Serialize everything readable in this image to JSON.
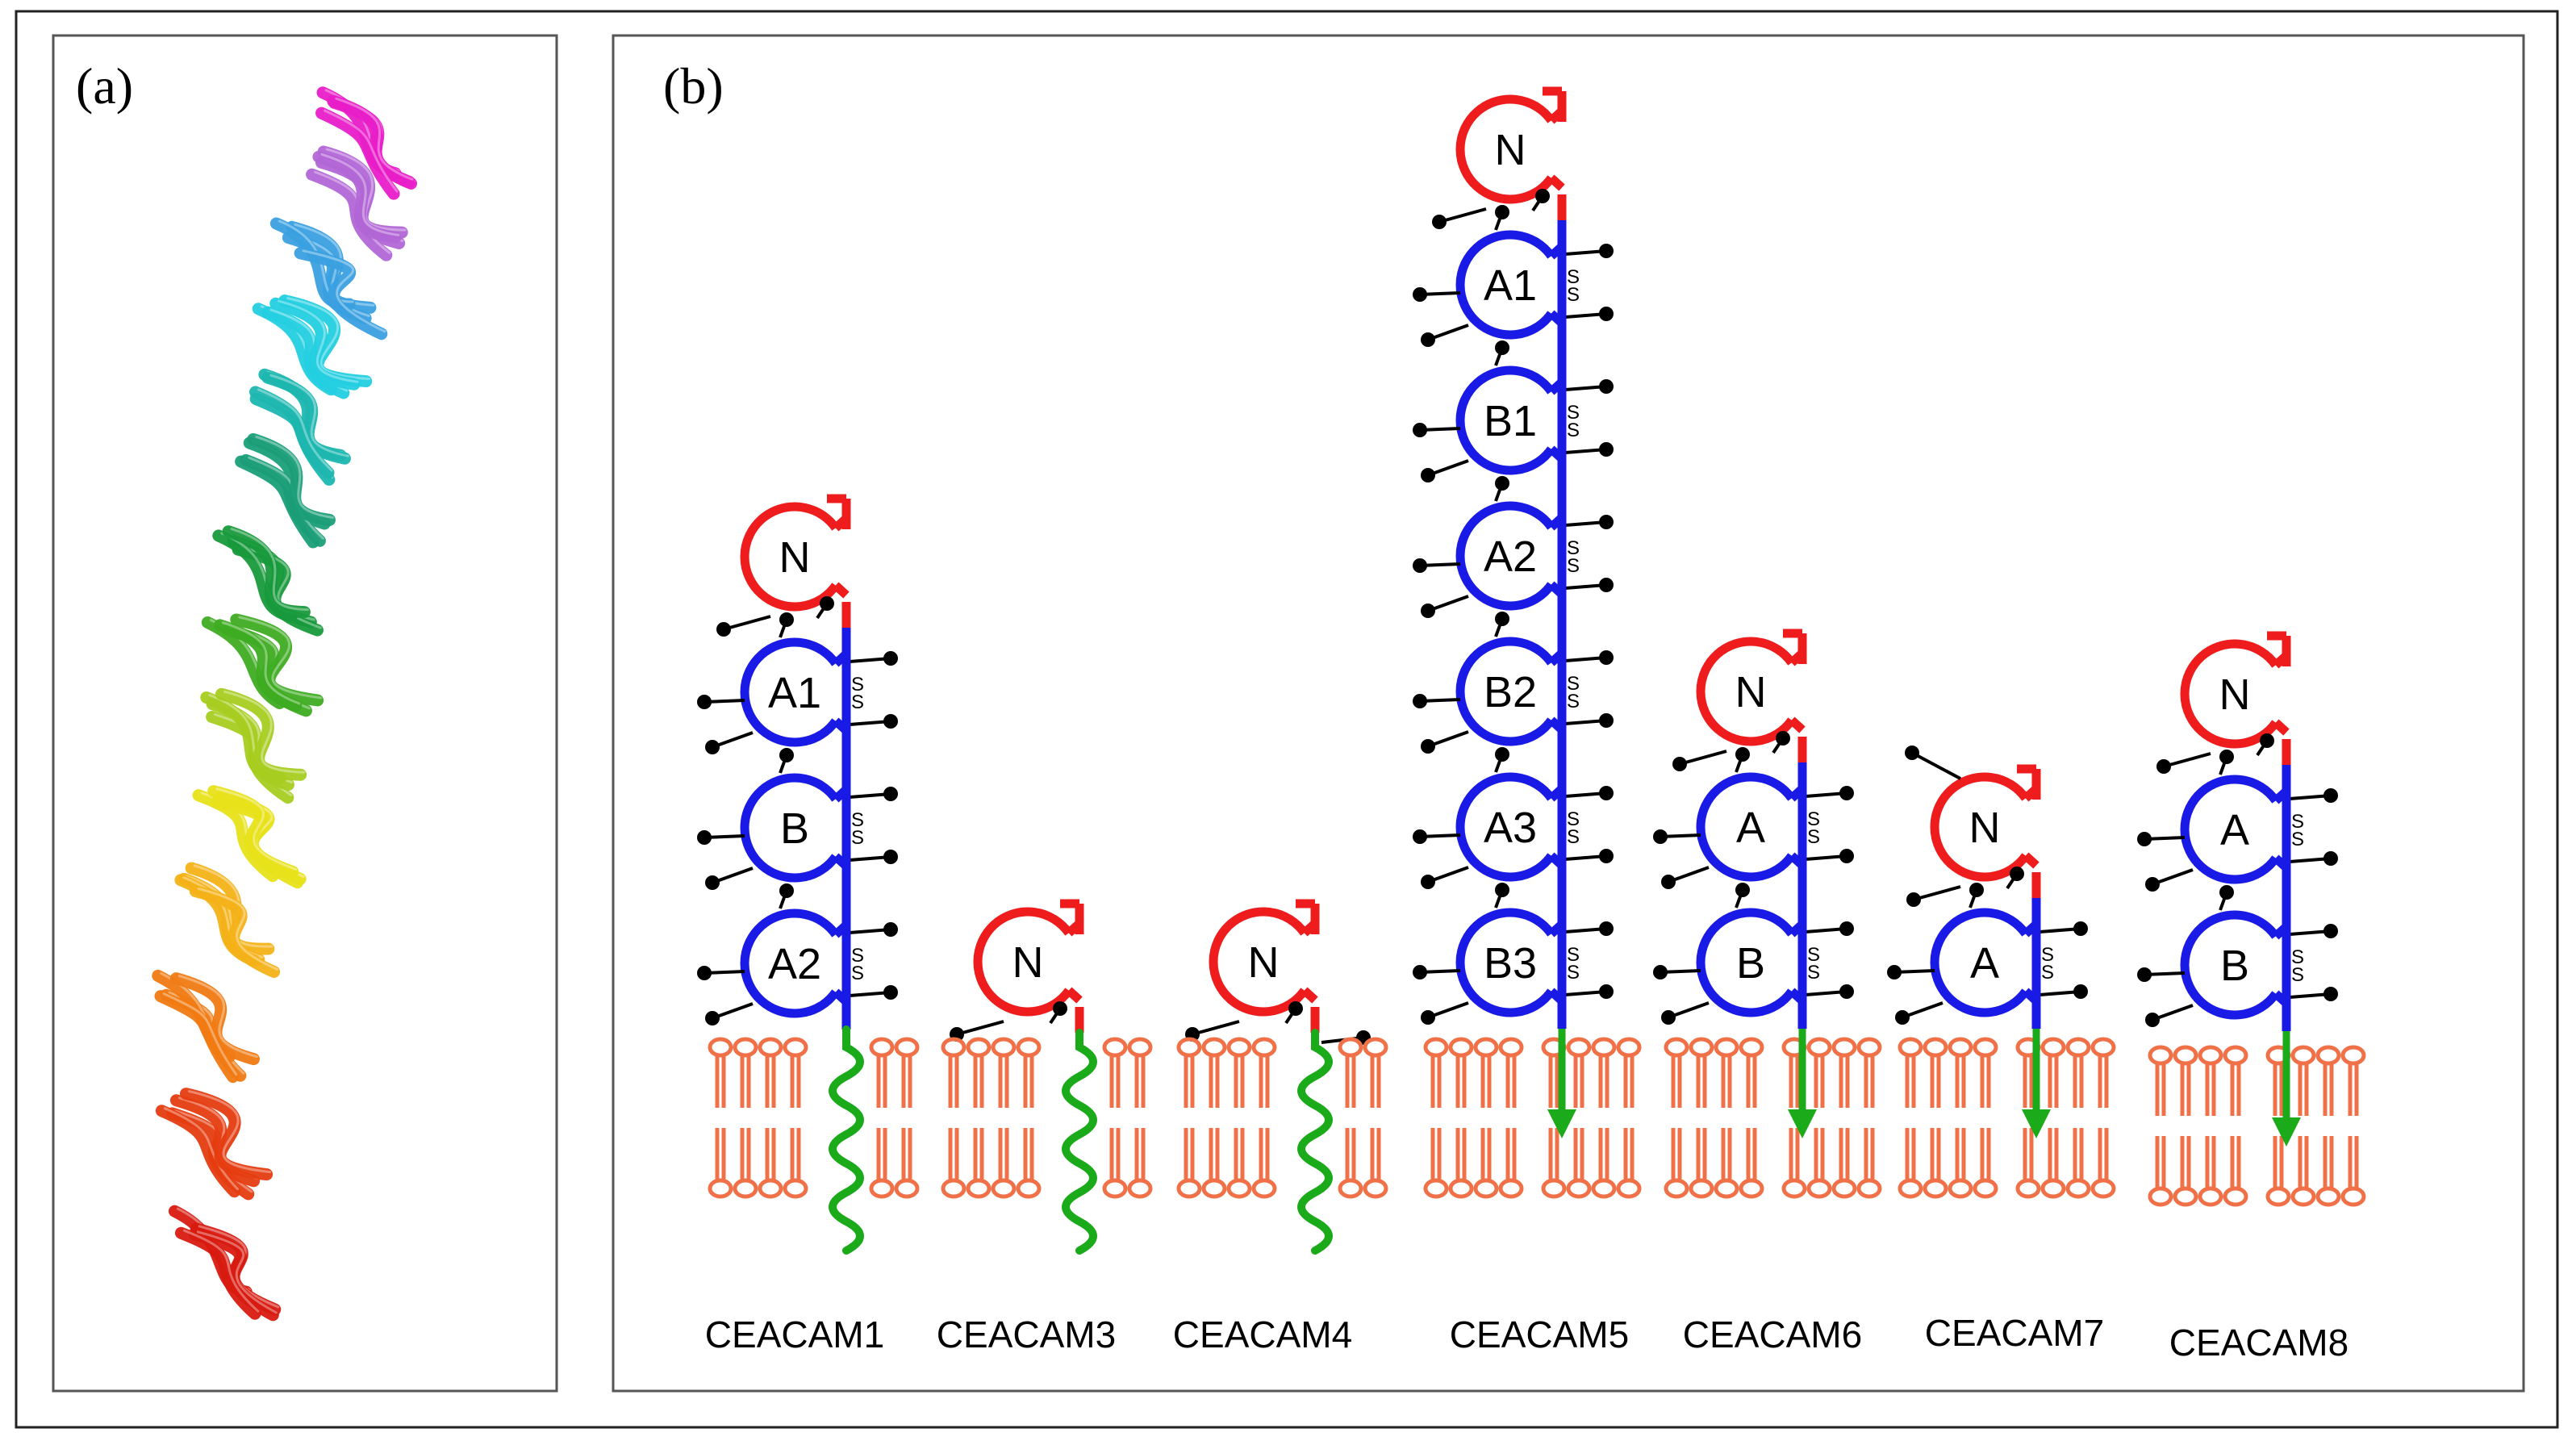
{
  "panels": {
    "a": {
      "label": "(a)"
    },
    "b": {
      "label": "(b)"
    }
  },
  "ribbon_colors": [
    "#e81ec8",
    "#b266d6",
    "#3aa0e0",
    "#23cfe0",
    "#1cb6b0",
    "#1a9e78",
    "#189a3c",
    "#3eac22",
    "#a6cc20",
    "#e8e21a",
    "#f4b218",
    "#f07a12",
    "#e53c10",
    "#d81a10"
  ],
  "colors": {
    "n_domain": "#ee1c1c",
    "ig_domain": "#1a1ae6",
    "anchor": "#1aaa1a",
    "membrane": "#f07048",
    "glycan": "#000000"
  },
  "ss_text": "S",
  "proteins": [
    {
      "name": "CEACAM1",
      "domains": [
        "N",
        "A1",
        "B",
        "A2"
      ],
      "anchor": "transmembrane"
    },
    {
      "name": "CEACAM3",
      "domains": [
        "N"
      ],
      "anchor": "transmembrane"
    },
    {
      "name": "CEACAM4",
      "domains": [
        "N"
      ],
      "anchor": "transmembrane"
    },
    {
      "name": "CEACAM5",
      "domains": [
        "N",
        "A1",
        "B1",
        "A2",
        "B2",
        "A3",
        "B3"
      ],
      "anchor": "GPI"
    },
    {
      "name": "CEACAM6",
      "domains": [
        "N",
        "A",
        "B"
      ],
      "anchor": "GPI"
    },
    {
      "name": "CEACAM7",
      "domains": [
        "N",
        "A"
      ],
      "anchor": "GPI"
    },
    {
      "name": "CEACAM8",
      "domains": [
        "N",
        "A",
        "B"
      ],
      "anchor": "GPI"
    }
  ]
}
